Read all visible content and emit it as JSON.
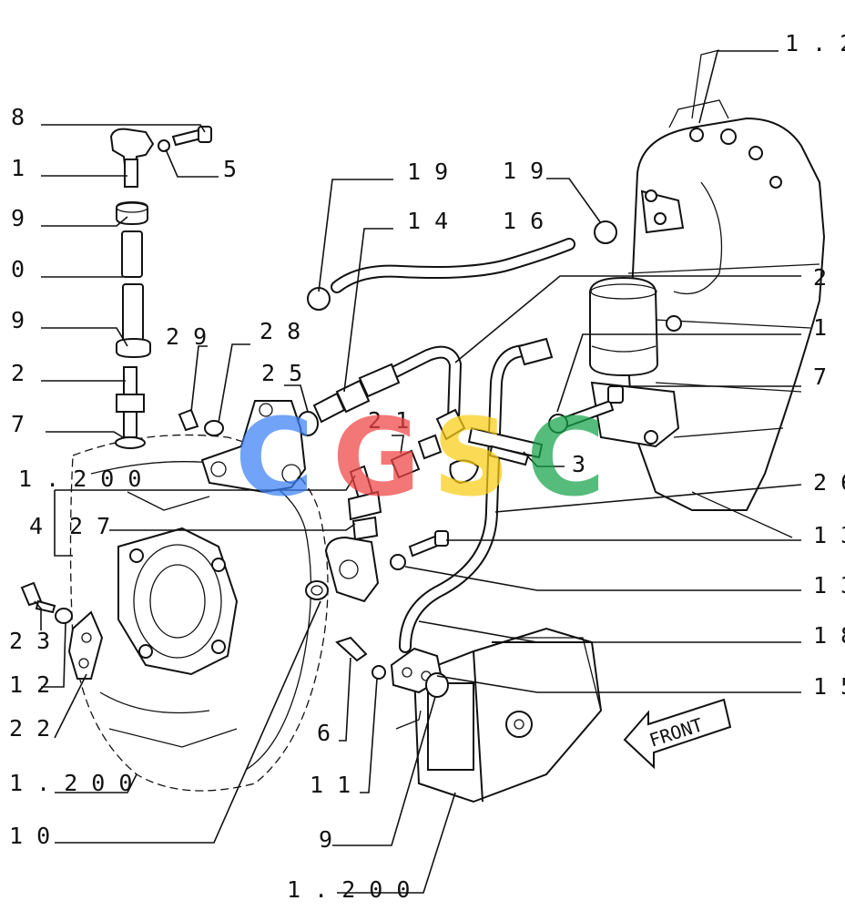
{
  "labels": {
    "l_8": "8",
    "l_1a": "1",
    "l_9a": "9",
    "l_0": "0",
    "l_9b": "9",
    "l_2a": "2",
    "l_7a": "7",
    "l_5": "5",
    "l_19a": "1 9",
    "l_19b": "1 9",
    "l_14": "1 4",
    "l_16": "1 6",
    "l_1200_top": "1 . 2",
    "l_29": "2 9",
    "l_28": "2 8",
    "l_25": "2 5",
    "l_21": "2 1",
    "l_2r": "2",
    "l_1r": "1",
    "l_7r": "7",
    "l_3": "3",
    "l_1200_left": "1 . 2 0 0",
    "l_4": "4",
    "l_27": "2 7",
    "l_2_6": "2 6",
    "l_1_c": "1 3",
    "l_1_d": "1 3",
    "l_1_e": "1 8",
    "l_1_f": "1 5",
    "l_23": "2 3",
    "l_12": "1 2",
    "l_22": "2 2",
    "l_1200_bl": "1 . 2 0 0",
    "l_10": "1 0",
    "l_6": "6",
    "l_11": "1 1",
    "l_9c": "9",
    "l_1200_bot": "1 . 2 0 0",
    "front": "FRONT"
  },
  "watermark": {
    "letters": [
      "C",
      "G",
      "S",
      "C"
    ],
    "colors": [
      "#3b82f6",
      "#ef4444",
      "#facc15",
      "#16a34a"
    ]
  }
}
